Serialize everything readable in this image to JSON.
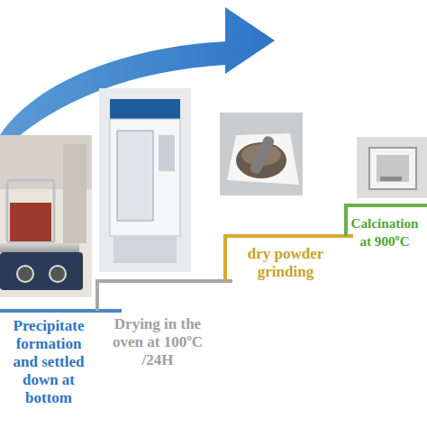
{
  "diagram": {
    "nodes": [
      {
        "text": [
          "Precipitate formation and settled down at bottom"
        ]
      },
      {
        "text": [
          "Drying in the oven at 100ºC /24H"
        ]
      },
      {
        "text": [
          "dry powder grinding"
        ]
      },
      {
        "text": [
          "Calcination at 900ºC"
        ]
      }
    ]
  }
}
